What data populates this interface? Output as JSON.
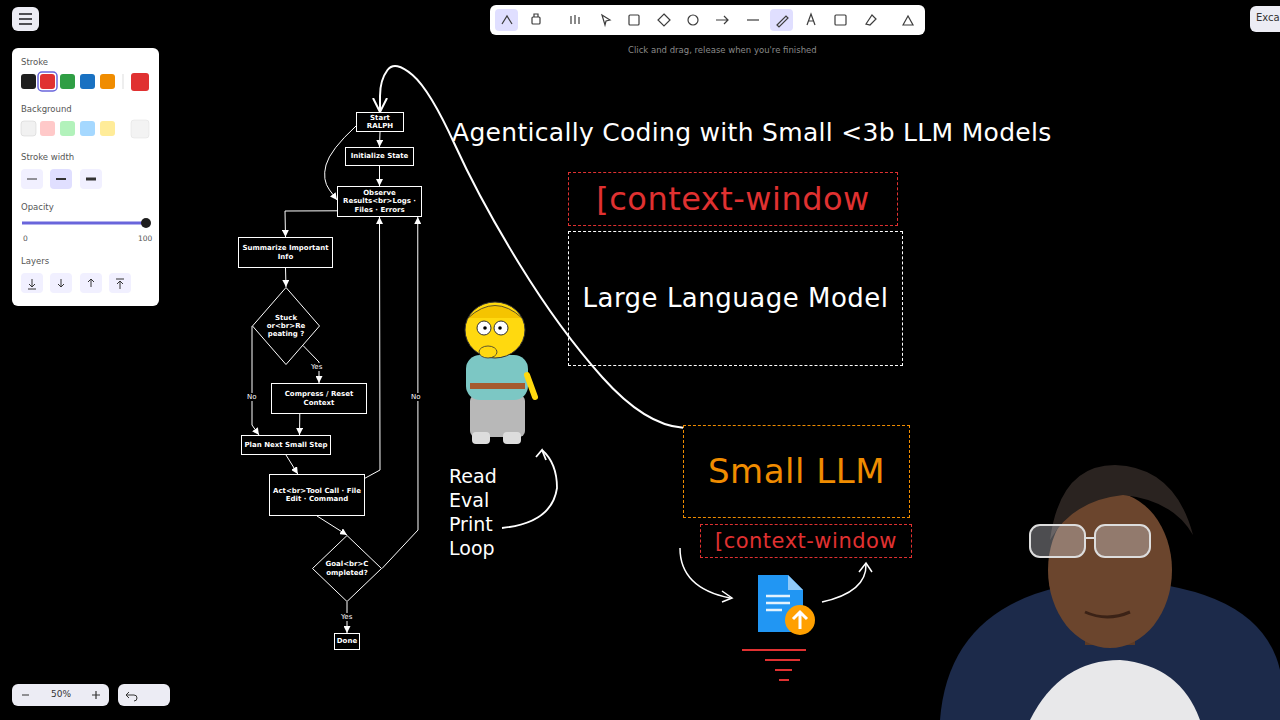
{
  "diagram": {
    "title": "Agentically Coding with Small <3b LLM Models",
    "nodes": [
      {
        "text": [
          "Start RALPH"
        ]
      },
      {
        "text": [
          "Initialize State"
        ]
      },
      {
        "text": [
          "Observe Results<br>Logs · Files · Errors"
        ]
      },
      {
        "text": [
          "Summarize Important Info"
        ]
      },
      {
        "text": [
          "Stuck or<br>Repeating ?"
        ]
      },
      {
        "text": [
          "Compress / Reset Context"
        ]
      },
      {
        "text": [
          "Plan Next Small Step"
        ]
      },
      {
        "text": [
          "Act<br>Tool Call · File Edit · Command"
        ]
      },
      {
        "text": [
          "Goal<br>Completed?"
        ]
      },
      {
        "text": [
          "Done"
        ]
      },
      {
        "text": [
          "[context-window"
        ]
      },
      {
        "text": [
          "Large Language Model"
        ]
      },
      {
        "text": [
          "Small LLM"
        ]
      },
      {
        "text": [
          "[context-window"
        ]
      }
    ],
    "edges": [
      {
        "from": 0,
        "to": 1,
        "arrow": "to"
      },
      {
        "from": 1,
        "to": 2,
        "arrow": "to"
      },
      {
        "from": 0,
        "to": 2,
        "arrow": "to"
      },
      {
        "from": 2,
        "to": 3,
        "arrow": "to"
      },
      {
        "from": 3,
        "to": 4,
        "arrow": "to"
      },
      {
        "from": 4,
        "to": 5,
        "label": "Yes",
        "arrow": "to"
      },
      {
        "from": 4,
        "to": 6,
        "label": "No",
        "arrow": "to"
      },
      {
        "from": 5,
        "to": 6,
        "arrow": "to"
      },
      {
        "from": 6,
        "to": 7,
        "arrow": "to"
      },
      {
        "from": 7,
        "to": 2,
        "arrow": "to"
      },
      {
        "from": 7,
        "to": 8,
        "arrow": "to"
      },
      {
        "from": 8,
        "to": 2,
        "label": "No",
        "arrow": "to"
      },
      {
        "from": 8,
        "to": 9,
        "label": "Yes",
        "arrow": "to"
      },
      {
        "from": 12,
        "to": 0,
        "arrow": "to"
      }
    ],
    "labels": [
      "Click and drag, release when you're finished",
      "Stroke",
      "Background",
      "Stroke width",
      "Opacity",
      "0",
      "100",
      "Layers",
      "50%",
      "Exca",
      "Read Eval Print Loop"
    ]
  }
}
